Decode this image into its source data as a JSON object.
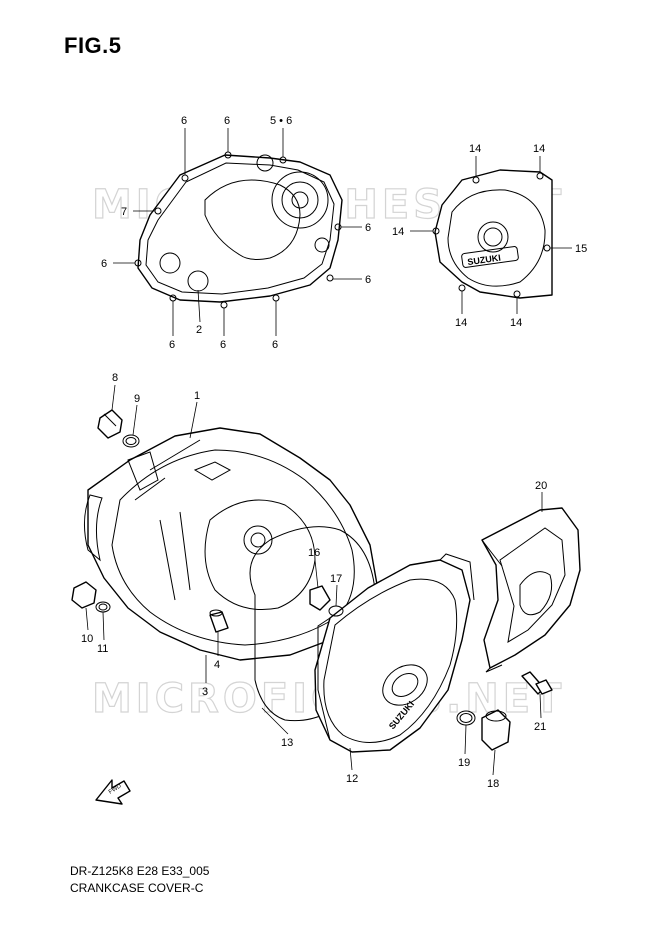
{
  "figure": {
    "title": "FIG.5",
    "code": "DR-Z125K8 E28 E33_005",
    "name": "CRANKCASE COVER-C"
  },
  "watermark": {
    "text": "MICROFICHES.NET"
  },
  "brand_marks": {
    "small_cover": "SUZUKI",
    "clutch_cover": "SUZUKI"
  },
  "arrow_label": "FWD",
  "callouts": [
    {
      "id": "c-6-a",
      "label": "6"
    },
    {
      "id": "c-6-b",
      "label": "6"
    },
    {
      "id": "c-5-6",
      "label": "5 • 6"
    },
    {
      "id": "c-7",
      "label": "7"
    },
    {
      "id": "c-6-c",
      "label": "6"
    },
    {
      "id": "c-6-d",
      "label": "6"
    },
    {
      "id": "c-6-e",
      "label": "6"
    },
    {
      "id": "c-2",
      "label": "2"
    },
    {
      "id": "c-6-f",
      "label": "6"
    },
    {
      "id": "c-6-g",
      "label": "6"
    },
    {
      "id": "c-6-h",
      "label": "6"
    },
    {
      "id": "c-14-a",
      "label": "14"
    },
    {
      "id": "c-14-b",
      "label": "14"
    },
    {
      "id": "c-14-c",
      "label": "14"
    },
    {
      "id": "c-15",
      "label": "15"
    },
    {
      "id": "c-14-d",
      "label": "14"
    },
    {
      "id": "c-14-e",
      "label": "14"
    },
    {
      "id": "c-8",
      "label": "8"
    },
    {
      "id": "c-9",
      "label": "9"
    },
    {
      "id": "c-1",
      "label": "1"
    },
    {
      "id": "c-20",
      "label": "20"
    },
    {
      "id": "c-16",
      "label": "16"
    },
    {
      "id": "c-17",
      "label": "17"
    },
    {
      "id": "c-10",
      "label": "10"
    },
    {
      "id": "c-11",
      "label": "11"
    },
    {
      "id": "c-4",
      "label": "4"
    },
    {
      "id": "c-3",
      "label": "3"
    },
    {
      "id": "c-13",
      "label": "13"
    },
    {
      "id": "c-12",
      "label": "12"
    },
    {
      "id": "c-19",
      "label": "19"
    },
    {
      "id": "c-18",
      "label": "18"
    },
    {
      "id": "c-21",
      "label": "21"
    }
  ]
}
